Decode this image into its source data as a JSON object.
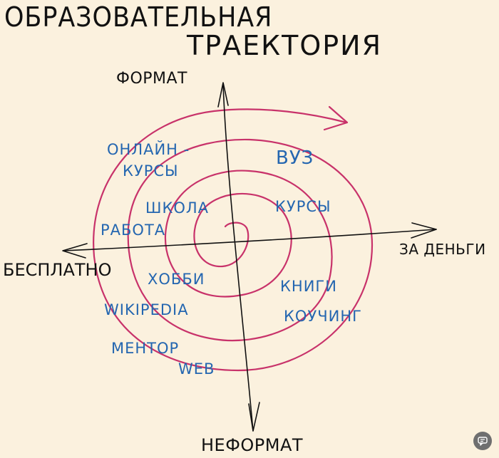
{
  "title": {
    "line1": "ОБРАЗОВАТЕЛЬНАЯ",
    "line2": "ТРАЕКТОРИЯ"
  },
  "axes": {
    "top": "ФОРМАТ",
    "bottom": "НЕФОРМАТ",
    "left": "БЕСПЛАТНО",
    "right": "ЗА ДЕНЬГИ"
  },
  "items": {
    "online_line1": "ОНЛАЙН -",
    "online_line2": "КУРСЫ",
    "vuz": "ВУЗ",
    "school": "ШКОЛА",
    "courses": "КУРСЫ",
    "work": "РАБОТА",
    "hobby": "ХОББИ",
    "books": "КНИГИ",
    "wikipedia": "WIKIPEDIA",
    "coaching": "КОУЧИНГ",
    "mentor": "МЕНТОР",
    "web": "WEB"
  },
  "colors": {
    "background": "#fbf1de",
    "spiral": "#c8326a",
    "labels": "#2466b0",
    "ink": "#111111"
  },
  "icons": {
    "chat": "chat-icon"
  }
}
